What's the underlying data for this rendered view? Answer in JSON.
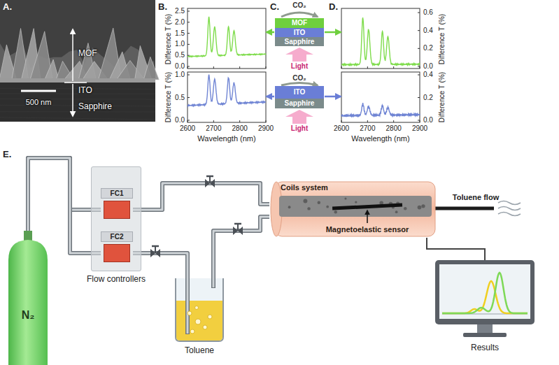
{
  "diagram": {
    "nodes": [
      {
        "text": [
          "MOF"
        ]
      },
      {
        "text": [
          "ITO"
        ]
      },
      {
        "text": [
          "Sapphire"
        ]
      },
      {
        "text": [
          "ITO"
        ]
      },
      {
        "text": [
          "Sapphire"
        ]
      },
      {
        "text": [
          "N₂"
        ]
      },
      {
        "text": [
          "Flow controllers"
        ]
      },
      {
        "text": [
          "FC1"
        ],
        "in": 6
      },
      {
        "text": [
          "FC2"
        ],
        "in": 6
      },
      {
        "text": [
          "Toluene"
        ]
      },
      {
        "text": [
          "Coils system"
        ]
      },
      {
        "text": [
          "Results"
        ]
      }
    ],
    "edges": [
      {
        "from": 5,
        "to": 7,
        "arrow": "none"
      },
      {
        "from": 5,
        "to": 8,
        "arrow": "none"
      },
      {
        "from": 7,
        "to": 10,
        "arrow": "none"
      },
      {
        "from": 8,
        "to": 9,
        "arrow": "none"
      },
      {
        "from": 9,
        "to": 10,
        "arrow": "none"
      },
      {
        "from": 10,
        "to": 11,
        "arrow": "none"
      }
    ],
    "labels": [
      "A.",
      "MOF",
      "ITO",
      "Sapphire",
      "500 nm",
      "B.",
      "Difference T (%)",
      "2.5",
      "2.0",
      "1.5",
      "1.0",
      "0.5",
      "0.0",
      "Difference T (%)",
      "1.0",
      "0.5",
      "0.0",
      "2600",
      "2700",
      "2800",
      "2900",
      "Wavelength (nm)",
      "C.",
      "CO₂",
      "Light",
      "CO₂",
      "Light",
      "D.",
      "Difference T (%)",
      "0.6",
      "0.4",
      "0.2",
      "0.0",
      "Difference T (%)",
      "0.4",
      "0.2",
      "0.0",
      "2600",
      "2700",
      "2800",
      "2900",
      "Wavelength (nm)",
      "E.",
      "Magnetoelastic sensor",
      "Toluene flow"
    ]
  }
}
